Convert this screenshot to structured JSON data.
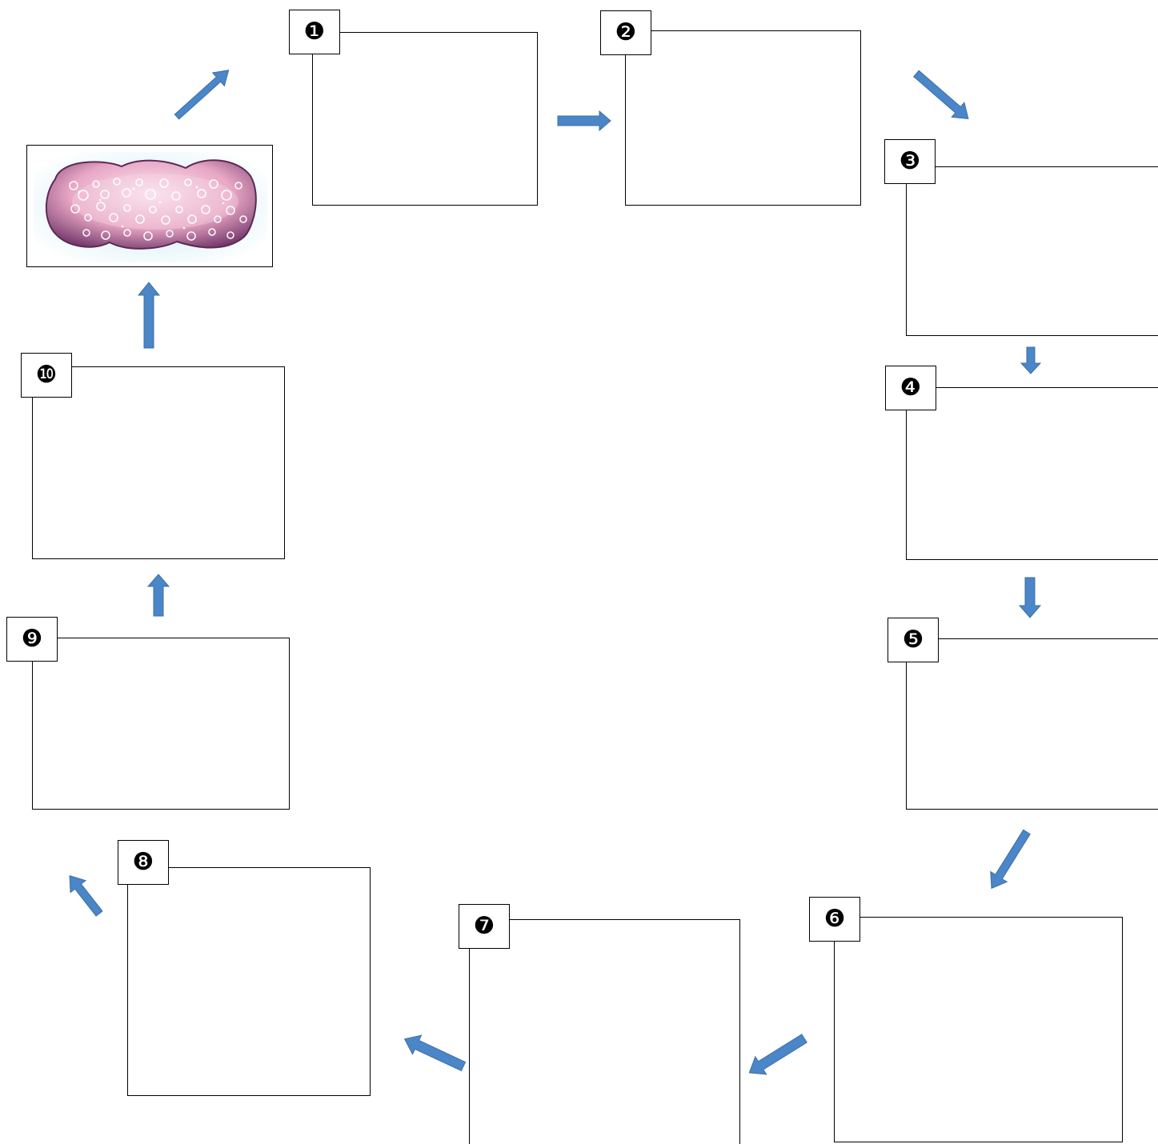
{
  "steps": [
    {
      "id": "1",
      "badge": "❶"
    },
    {
      "id": "2",
      "badge": "❷"
    },
    {
      "id": "3",
      "badge": "❸"
    },
    {
      "id": "4",
      "badge": "❹"
    },
    {
      "id": "5",
      "badge": "❺"
    },
    {
      "id": "6",
      "badge": "❻"
    },
    {
      "id": "7",
      "badge": "❼"
    },
    {
      "id": "8",
      "badge": "❽"
    },
    {
      "id": "9",
      "badge": "❾"
    },
    {
      "id": "10",
      "badge": "❿"
    }
  ],
  "illustration": {
    "subject": "pink-purple-mass-with-bubbles"
  },
  "colors": {
    "arrow": "#4a86c8",
    "arrow_stroke": "#3f6fa3",
    "panel_border": "#000000",
    "background": "#ffffff",
    "illustration_light": "#f7d9e6",
    "illustration_dark": "#6b2f64",
    "illustration_glow": "#bfe6f4"
  }
}
